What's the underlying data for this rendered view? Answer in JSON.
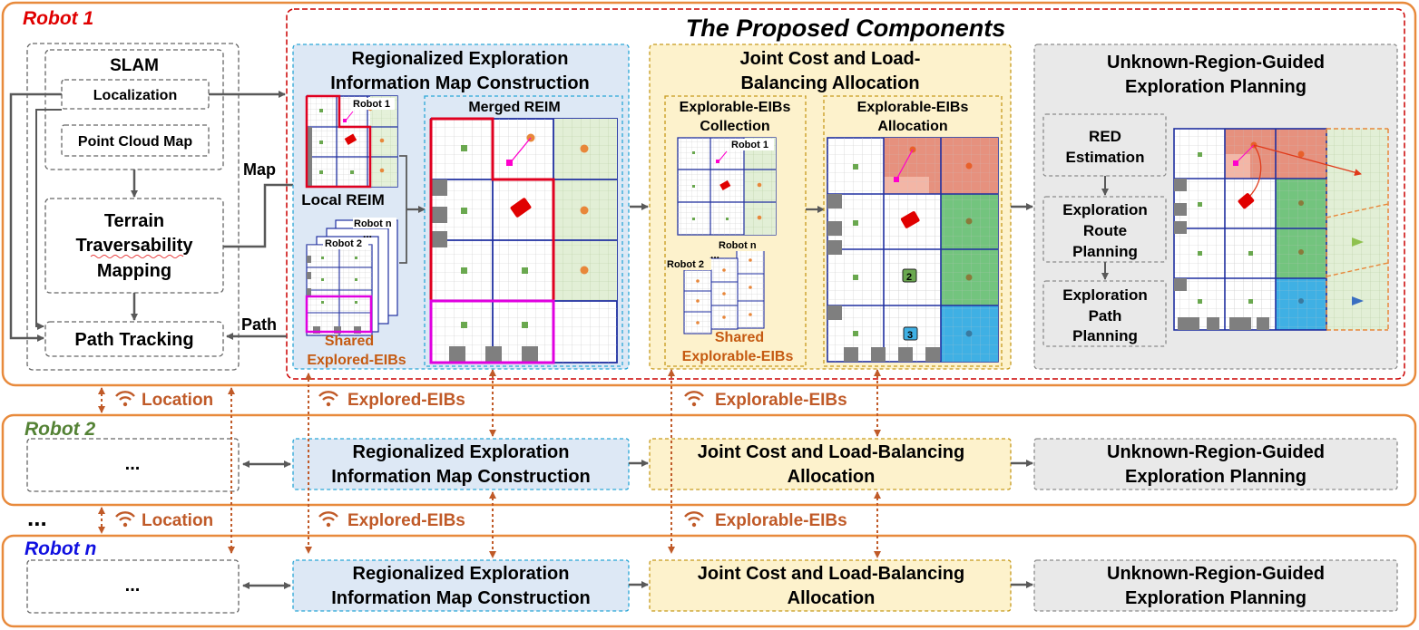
{
  "colors": {
    "robot_frame": "#e88a3c",
    "proposed_frame": "#cc0000",
    "reim_fill": "#dde8f5",
    "reim_dash": "#2aa6d6",
    "alloc_fill": "#fdf2cc",
    "alloc_dash": "#c79a1c",
    "plan_fill": "#e9e9e9",
    "link_arrow": "#c05a28",
    "robot1_label": "#e00000",
    "robot2_label": "#548235",
    "robotn_label": "#1010e0"
  },
  "robot1": {
    "label": "Robot 1",
    "proposed_title": "The Proposed Components",
    "slam": {
      "title": "SLAM",
      "localization": "Localization",
      "point_cloud_map": "Point Cloud Map"
    },
    "terrain": [
      "Terrain",
      "Traversability",
      "Mapping"
    ],
    "path_tracking": "Path Tracking",
    "map_label": "Map",
    "path_label": "Path",
    "reim": {
      "title": [
        "Regionalized Exploration",
        "Information Map Construction"
      ],
      "local_reim": "Local REIM",
      "merged_reim": "Merged REIM",
      "robot1_tag": "Robot 1",
      "robot2_tag": "Robot 2",
      "robotn_tag": "Robot n",
      "ellipsis": "...",
      "shared": [
        "Shared",
        "Explored-EIBs"
      ]
    },
    "alloc": {
      "title": [
        "Joint Cost and Load-",
        "Balancing Allocation"
      ],
      "collection": [
        "Explorable-EIBs",
        "Collection"
      ],
      "allocation": [
        "Explorable-EIBs",
        "Allocation"
      ],
      "robot1_tag": "Robot 1",
      "robot2_tag": "Robot 2",
      "robotn_tag": "Robot n",
      "ellipsis": "...",
      "shared": [
        "Shared",
        "Explorable-EIBs"
      ],
      "robot_ids": [
        "2",
        "3"
      ]
    },
    "plan": {
      "title": [
        "Unknown-Region-Guided",
        "Exploration Planning"
      ],
      "red": [
        "RED",
        "Estimation"
      ],
      "route": [
        "Exploration",
        "Route",
        "Planning"
      ],
      "path": [
        "Exploration",
        "Path",
        "Planning"
      ]
    }
  },
  "links": {
    "location": "Location",
    "explored": "Explored-EIBs",
    "explorable": "Explorable-EIBs"
  },
  "robot2": {
    "label": "Robot 2",
    "ellipsis": "...",
    "reim": [
      "Regionalized Exploration",
      "Information Map Construction"
    ],
    "alloc": [
      "Joint Cost and Load-Balancing",
      "Allocation"
    ],
    "plan": [
      "Unknown-Region-Guided",
      "Exploration Planning"
    ]
  },
  "between_ellipsis": "...",
  "robotn": {
    "label": "Robot n",
    "ellipsis": "...",
    "reim": [
      "Regionalized Exploration",
      "Information Map Construction"
    ],
    "alloc": [
      "Joint Cost and Load-Balancing",
      "Allocation"
    ],
    "plan": [
      "Unknown-Region-Guided",
      "Exploration Planning"
    ]
  }
}
